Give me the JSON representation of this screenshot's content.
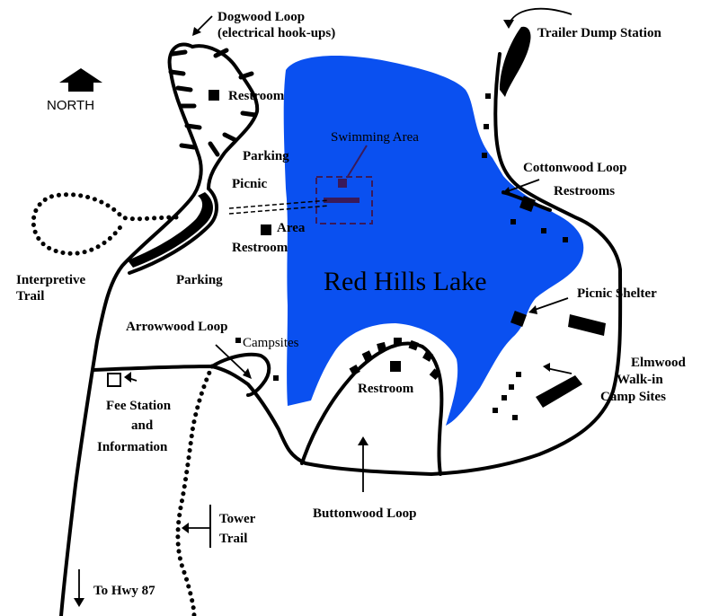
{
  "map": {
    "north_label": "NORTH",
    "lake_name": "Red Hills Lake",
    "labels": {
      "dogwood_loop": "Dogwood Loop",
      "dogwood_sub": "(electrical hook-ups)",
      "restroom_north": "Restroom",
      "parking_upper": "Parking",
      "picnic": "Picnic",
      "area": "Area",
      "restroom_mid": "Restroom",
      "parking_lower": "Parking",
      "interpretive_1": "Interpretive",
      "interpretive_2": "Trail",
      "swimming_area": "Swimming Area",
      "trailer_dump": "Trailer Dump Station",
      "cottonwood_loop": "Cottonwood Loop",
      "restrooms_east": "Restrooms",
      "picnic_shelter": "Picnic Shelter",
      "elmwood_1": "Elmwood",
      "elmwood_2": "Walk-in",
      "elmwood_3": "Camp Sites",
      "arrowwood_loop": "Arrowwood Loop",
      "campsites": "Campsites",
      "restroom_south": "Restroom",
      "fee_1": "Fee Station",
      "fee_2": "and",
      "fee_3": "Information",
      "buttonwood_loop": "Buttonwood Loop",
      "tower_1": "Tower",
      "tower_2": "Trail",
      "to_hwy": "To Hwy 87"
    },
    "colors": {
      "lake": "#0a50f0",
      "ink": "#000000",
      "swim_area": "#3a1a5a"
    }
  }
}
